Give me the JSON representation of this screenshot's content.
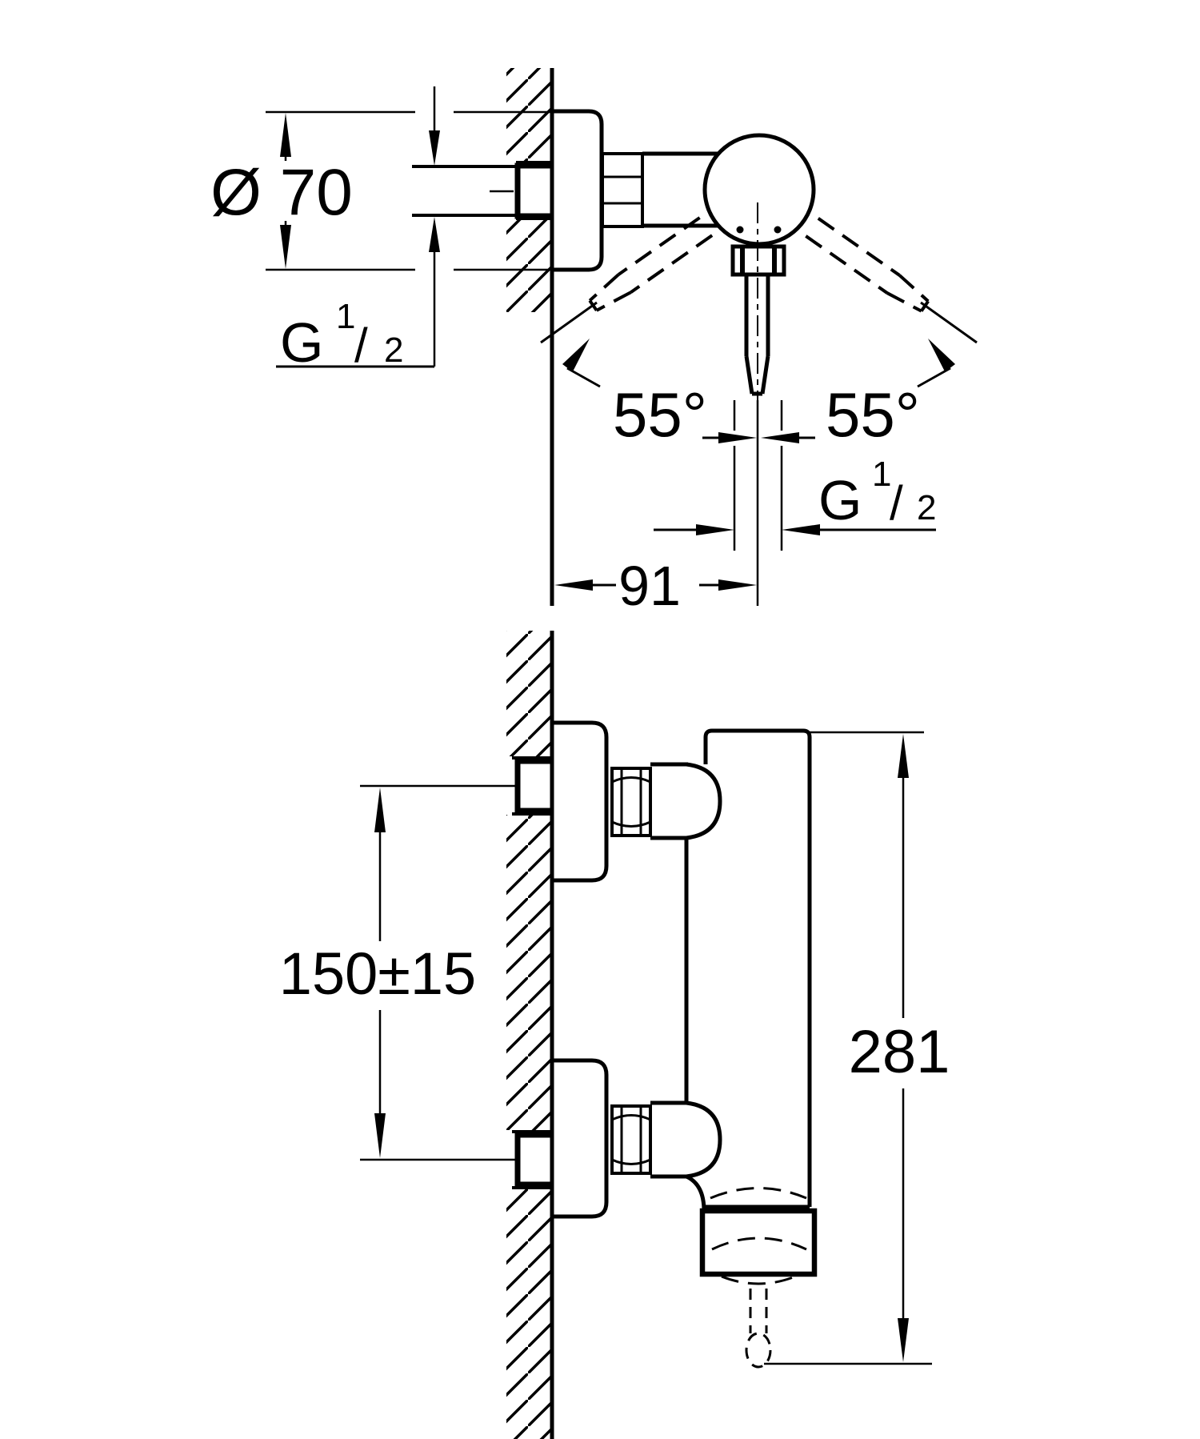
{
  "drawing": {
    "type": "installation-dimension-drawing",
    "ink_color": "#000000",
    "background_color": "#ffffff"
  },
  "labels": {
    "flange_diameter": "Ø 70",
    "swing_angle_left": "55°",
    "swing_angle_right": "55°",
    "wall_offset": "91",
    "connection_spacing": "150±15",
    "total_height": "281",
    "thread": {
      "prefix": "G",
      "numerator": "1",
      "slash": "/",
      "denominator": "2"
    }
  }
}
